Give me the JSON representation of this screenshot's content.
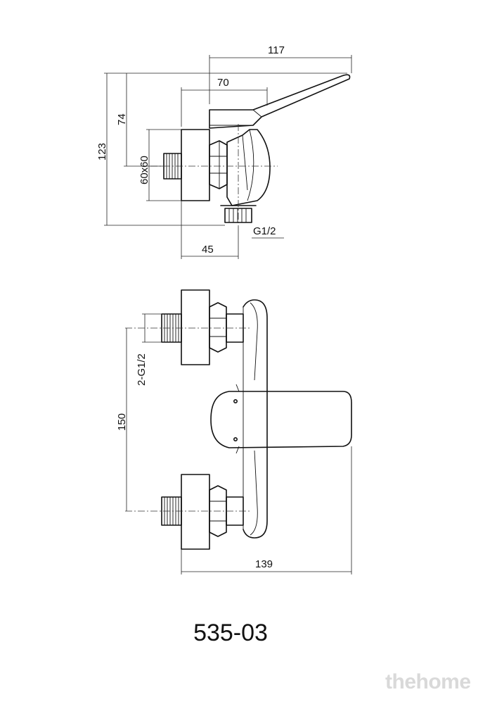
{
  "dimensions": {
    "top_width_117": "117",
    "top_width_70": "70",
    "height_74": "74",
    "height_123": "123",
    "flange_60x60": "60x60",
    "thread_g12": "G1/2",
    "depth_45": "45",
    "inlets_2g12": "2-G1/2",
    "spacing_150": "150",
    "width_139": "139"
  },
  "model_number": "535-03",
  "watermark": "thehome",
  "colors": {
    "line": "#111111",
    "watermark": "#d9d9d9",
    "background": "#ffffff"
  }
}
